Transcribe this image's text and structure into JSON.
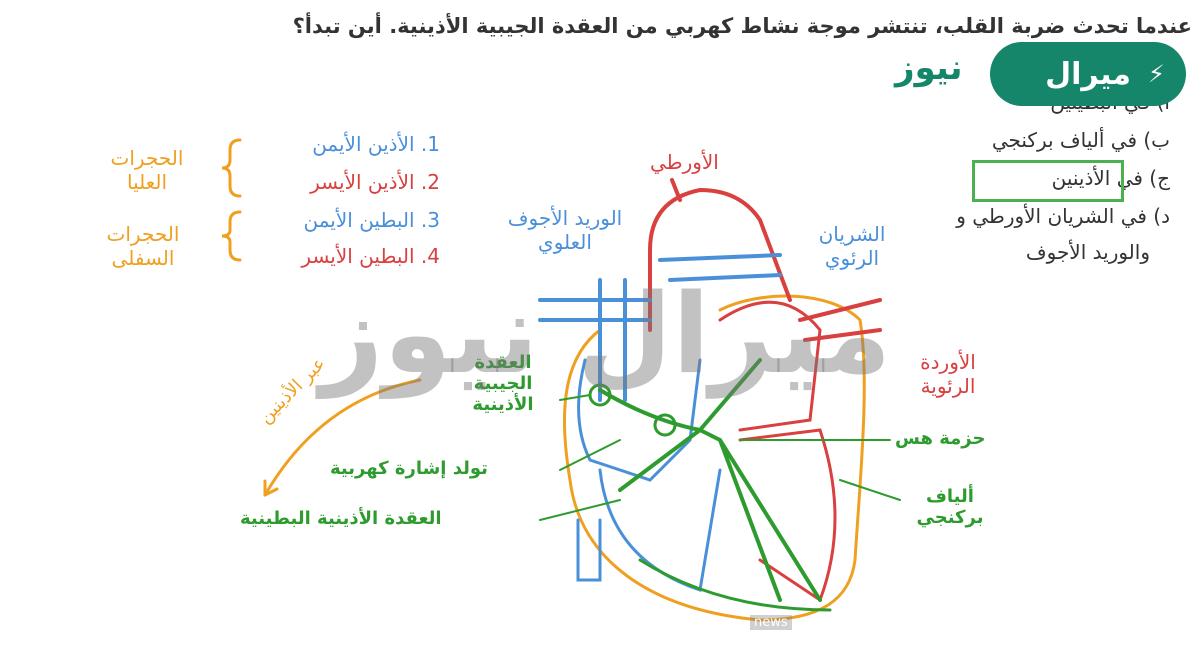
{
  "question": "عندما تحدث ضربة القلب، تنتشر موجة نشاط كهربي من العقدة الجيبية الأذينية. أين تبدأ؟",
  "options": [
    {
      "label": "أ) في البطينين"
    },
    {
      "label": "ب) في ألياف بركنجي"
    },
    {
      "label": "ج) في الأذينين",
      "selected": true
    },
    {
      "label": "د) في الشريان الأورطي و"
    },
    {
      "label": "والوريد الأجوف"
    }
  ],
  "chambers": {
    "items": [
      "1. الأذين الأيمن",
      "2. الأذين الأيسر",
      "3. البطين الأيمن",
      "4. البطين الأيسر"
    ],
    "upper": "الحجرات العليا",
    "lower": "الحجرات السفلى"
  },
  "labels": {
    "aorta": "الأورطي",
    "svc": "الوريد الأجوف العلوي",
    "pulmonary_artery": "الشريان الرئوي",
    "pulmonary_veins": "الأوردة الرئوية",
    "sa_node": "العقدة الجيبية الأذينية",
    "signal": "تولد إشارة كهربية",
    "av_node": "العقدة الأذينية البطينية",
    "his": "حزمة هس",
    "purkinje": "ألياف بركنجي",
    "across_atria": "عبر الأذينين"
  },
  "logo": {
    "text1": "ميرال",
    "text2": "نيوز",
    "color": "#15866a"
  },
  "watermark": "ميرال نيوز",
  "footer": "news"
}
